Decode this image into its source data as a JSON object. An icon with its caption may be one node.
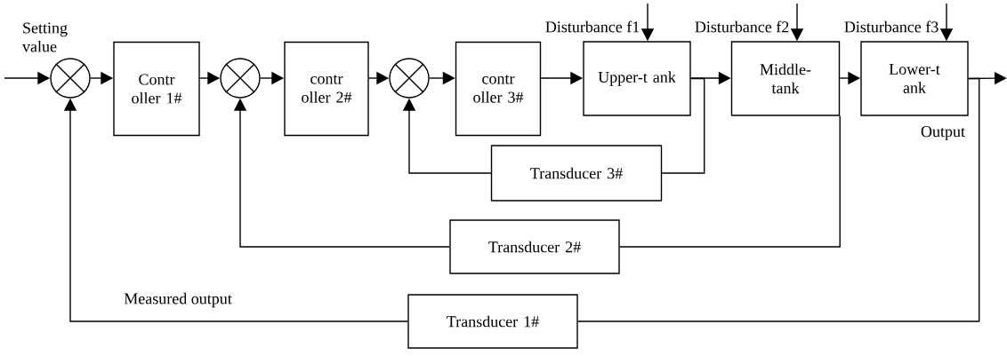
{
  "diagram": {
    "nodes": [
      {
        "text": [],
        "shape": "circle"
      },
      {
        "text": [
          "Contr oller 1#"
        ]
      },
      {
        "text": [],
        "shape": "circle"
      },
      {
        "text": [
          "contr oller 2#"
        ]
      },
      {
        "text": [],
        "shape": "circle"
      },
      {
        "text": [
          "contr oller 3#"
        ]
      },
      {
        "text": [
          "Upper-t ank"
        ]
      },
      {
        "text": [
          "Middle- tank"
        ]
      },
      {
        "text": [
          "Lower-t ank"
        ]
      },
      {
        "text": [
          "Transducer 3#"
        ]
      },
      {
        "text": [
          "Transducer 2#"
        ]
      },
      {
        "text": [
          "Transducer 1#"
        ]
      }
    ],
    "edges": [
      {
        "from": null,
        "to": 0,
        "arrow": "to",
        "label": "Setting value"
      },
      {
        "from": 0,
        "to": 1,
        "arrow": "to"
      },
      {
        "from": 1,
        "to": 2,
        "arrow": "to"
      },
      {
        "from": 2,
        "to": 3,
        "arrow": "to"
      },
      {
        "from": 3,
        "to": 4,
        "arrow": "to"
      },
      {
        "from": 4,
        "to": 5,
        "arrow": "to"
      },
      {
        "from": 5,
        "to": 6,
        "arrow": "to"
      },
      {
        "from": 6,
        "to": 7,
        "arrow": "to"
      },
      {
        "from": 7,
        "to": 8,
        "arrow": "to"
      },
      {
        "from": 8,
        "to": null,
        "arrow": "to"
      },
      {
        "from": null,
        "to": 6,
        "arrow": "to",
        "label": "Disturbance f1"
      },
      {
        "from": null,
        "to": 7,
        "arrow": "to",
        "label": "Disturbance f2"
      },
      {
        "from": null,
        "to": 8,
        "arrow": "to",
        "label": "Disturbance f3"
      },
      {
        "from": 6,
        "to": 9,
        "arrow": "none"
      },
      {
        "from": 9,
        "to": 4,
        "arrow": "to"
      },
      {
        "from": 7,
        "to": 10,
        "arrow": "none"
      },
      {
        "from": 10,
        "to": 2,
        "arrow": "to"
      },
      {
        "from": 8,
        "to": 11,
        "arrow": "none"
      },
      {
        "from": 11,
        "to": 0,
        "arrow": "to",
        "label": "Measured output"
      }
    ],
    "labels": [
      "Output"
    ]
  }
}
